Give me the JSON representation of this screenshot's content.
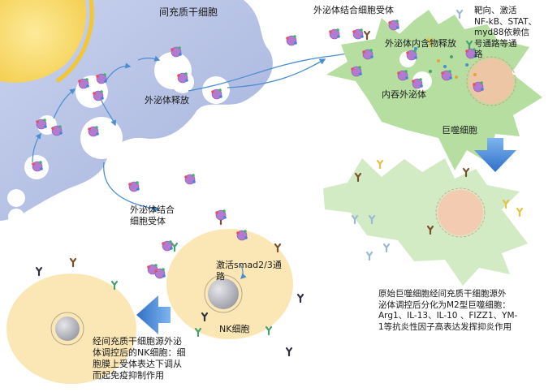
{
  "labels": {
    "msc_title": "间充质干细胞",
    "exo_bind_macro": "外泌体结合细胞受体",
    "pathway_note": "靶向、激活\nNF-kB、STAT、\nmyd88依赖信\n号通路等通\n路",
    "cargo_release": "外泌体内含物释放",
    "endocytosis": "内吞外泌体",
    "exo_release": "外泌体释放",
    "macrophage": "巨噬细胞",
    "exo_bind_nk": "外泌体结合\n细胞受体",
    "smad": "激活smad2/3通\n路",
    "nk_cell": "NK细胞",
    "m2_note": "原始巨噬细胞经间充质干细胞源外\n泌体调控后分化为M2型巨噬细胞：\nArg1、IL-13、IL-10 、FIZZ1、YM-\n1等抗炎性因子高表达发挥抑炎作用",
    "nk_note": "经间充质干细胞源外泌\n体调控后的NK细胞：细\n胞膜上受体表达下调从\n而起免疫抑制作用"
  },
  "colors": {
    "msc_fill": "#a9b6de",
    "nucleus": "#f8d76a",
    "macrophage": "#b9e0a6",
    "m2_macrophage": "#d4ecc7",
    "nk_cell": "#fbe7b6",
    "exosome": "#b27ad0",
    "arrow": "#4b8ed0",
    "big_arrow": "#3f86d9"
  }
}
